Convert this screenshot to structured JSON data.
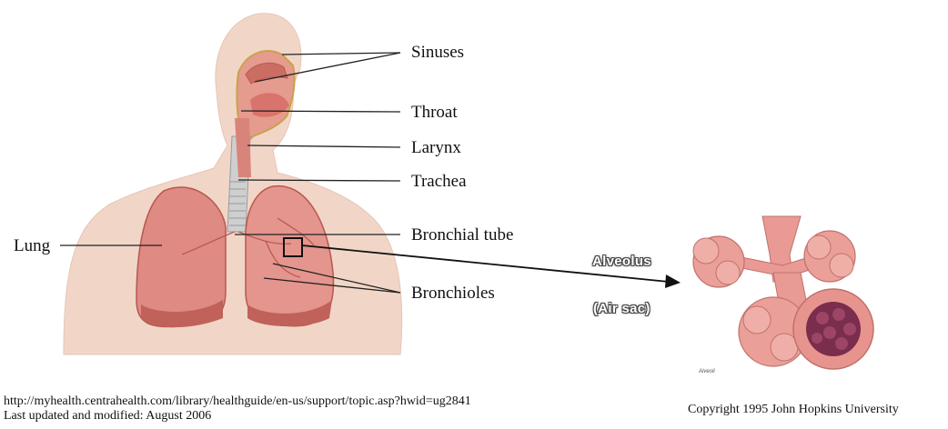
{
  "labels": {
    "sinuses": "Sinuses",
    "throat": "Throat",
    "larynx": "Larynx",
    "trachea": "Trachea",
    "bronchial_tube": "Bronchial tube",
    "bronchioles": "Bronchioles",
    "lung": "Lung"
  },
  "inset": {
    "title": "Alveolus",
    "subtitle": "(Air sac)",
    "caption": "Alveoli"
  },
  "footer": {
    "url": "http://myhealth.centrahealth.com/library/healthguide/en-us/support/topic.asp?hwid=ug2841",
    "updated": "Last updated and modified: August 2006",
    "copyright": "Copyright 1995 John Hopkins University"
  },
  "colors": {
    "skin": "#f1d6c8",
    "lung": "#df8a82",
    "lung_dark": "#b8574f",
    "alveoli": "#e99a94",
    "alveoli_dark": "#7a2d4c"
  }
}
